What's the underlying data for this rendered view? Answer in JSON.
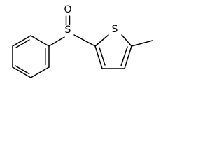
{
  "structure": {
    "atoms": {
      "sulfinyl_oxygen": "O",
      "sulfinyl_sulfur": "S",
      "thiophene_sulfur": "S"
    }
  },
  "colors": {
    "bond": "#000000",
    "background": "#ffffff"
  }
}
